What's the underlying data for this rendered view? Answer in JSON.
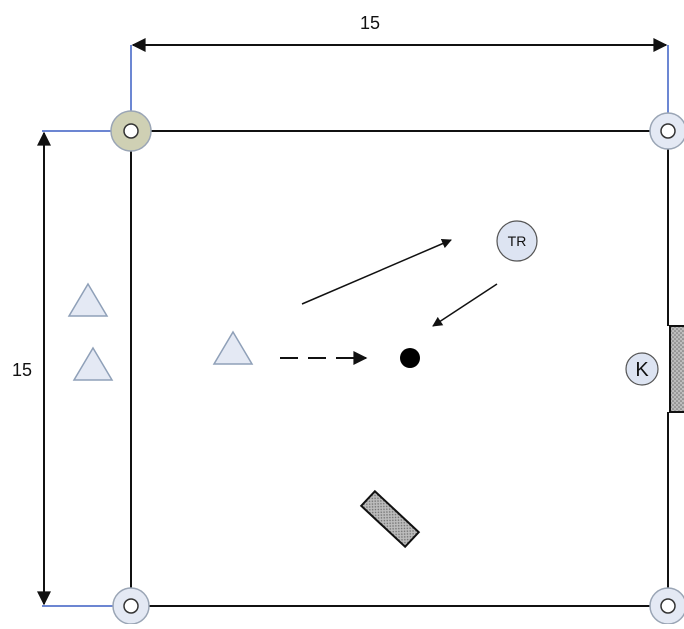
{
  "dimensions": {
    "top_label": "15",
    "left_label": "15"
  },
  "markers": {
    "trainer_label": "TR",
    "keeper_label": "K"
  },
  "colors": {
    "field_line": "#111111",
    "guide_line": "#3b5fc4",
    "cone_fill": "#e4e9f4",
    "cone_stroke": "#8fa0b8",
    "corner_fill": "#e4e9f4",
    "corner_highlight_fill": "#cfd0b4",
    "player_fill": "#dde4f2",
    "ball": "#000000",
    "hatch": "#9a9a9a"
  },
  "icons": {
    "corner": "corner-pole-icon",
    "cone": "triangle-cone-icon",
    "ball": "ball-icon",
    "mini_goal": "mini-goal-icon",
    "player": "player-circle-icon"
  }
}
